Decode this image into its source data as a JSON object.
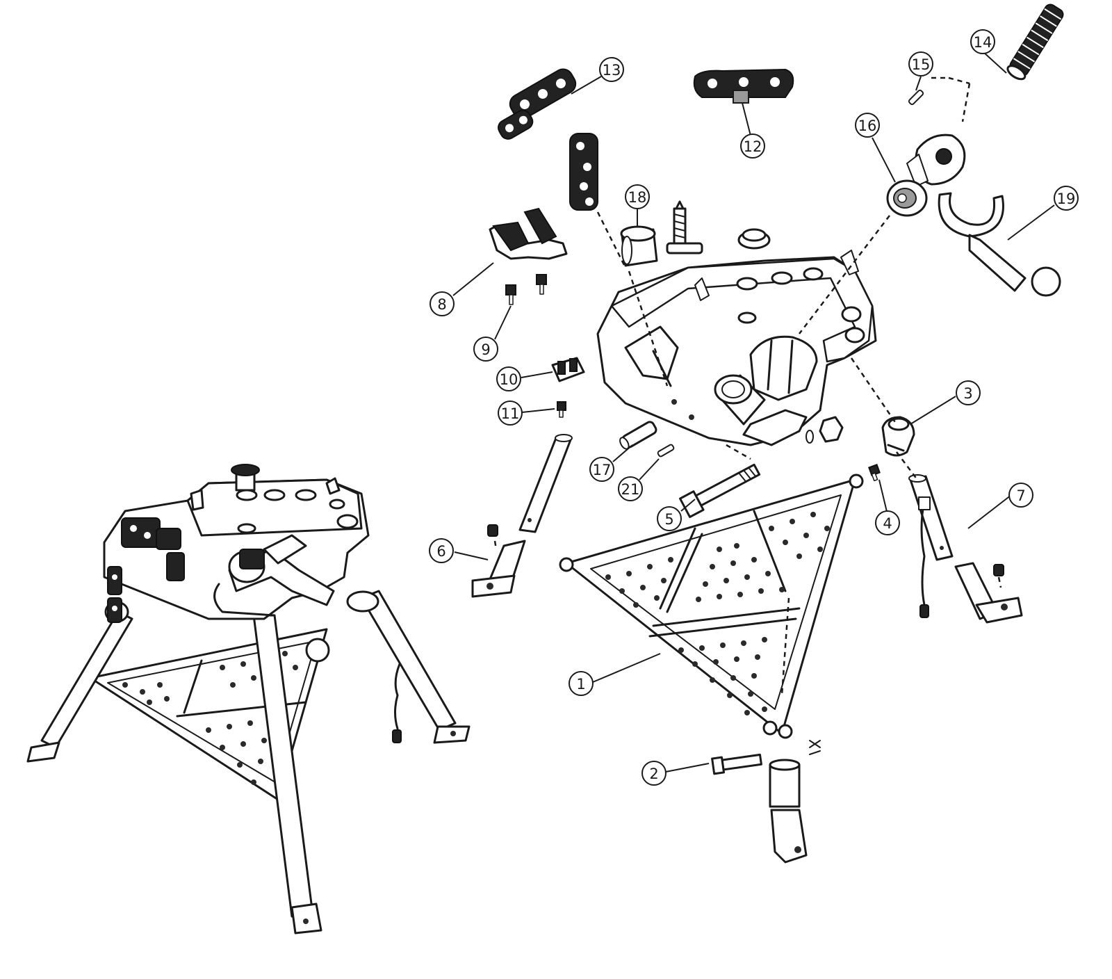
{
  "callouts": [
    {
      "id": "1",
      "label": "1"
    },
    {
      "id": "2",
      "label": "2"
    },
    {
      "id": "3",
      "label": "3"
    },
    {
      "id": "4",
      "label": "4"
    },
    {
      "id": "5",
      "label": "5"
    },
    {
      "id": "6",
      "label": "6"
    },
    {
      "id": "7",
      "label": "7"
    },
    {
      "id": "8",
      "label": "8"
    },
    {
      "id": "9",
      "label": "9"
    },
    {
      "id": "10",
      "label": "10"
    },
    {
      "id": "11",
      "label": "11"
    },
    {
      "id": "12",
      "label": "12"
    },
    {
      "id": "13",
      "label": "13"
    },
    {
      "id": "14",
      "label": "14"
    },
    {
      "id": "15",
      "label": "15"
    },
    {
      "id": "16",
      "label": "16"
    },
    {
      "id": "17",
      "label": "17"
    },
    {
      "id": "18",
      "label": "18"
    },
    {
      "id": "19",
      "label": "19"
    },
    {
      "id": "21",
      "label": "21"
    }
  ],
  "colors": {
    "line": "#1a1a1a",
    "background": "#ffffff",
    "fill_dark": "#222222"
  }
}
